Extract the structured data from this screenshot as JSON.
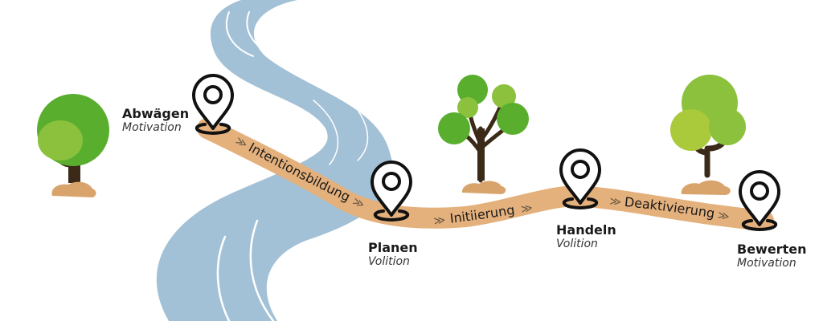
{
  "title": "Rubikon-Modell der Handlungsphasen",
  "colors": {
    "river": "#a3c1d6",
    "river_highlight": "#ffffff",
    "path": "#e4b07c",
    "pin_stroke": "#111111",
    "tree_dark_green": "#5aae2e",
    "tree_light_green": "#8cc13e",
    "tree_lime": "#aac93b",
    "trunk": "#3a2a17",
    "rock": "#d9a46c"
  },
  "stages": [
    {
      "title": "Abwägen",
      "phase": "Motivation"
    },
    {
      "title": "Planen",
      "phase": "Volition"
    },
    {
      "title": "Handeln",
      "phase": "Volition"
    },
    {
      "title": "Bewerten",
      "phase": "Motivation"
    }
  ],
  "transitions": [
    {
      "label": "Intentionsbildung",
      "chevron": "≫"
    },
    {
      "label": "Initiierung",
      "chevron": "≫"
    },
    {
      "label": "Deaktivierung",
      "chevron": "≫"
    }
  ]
}
